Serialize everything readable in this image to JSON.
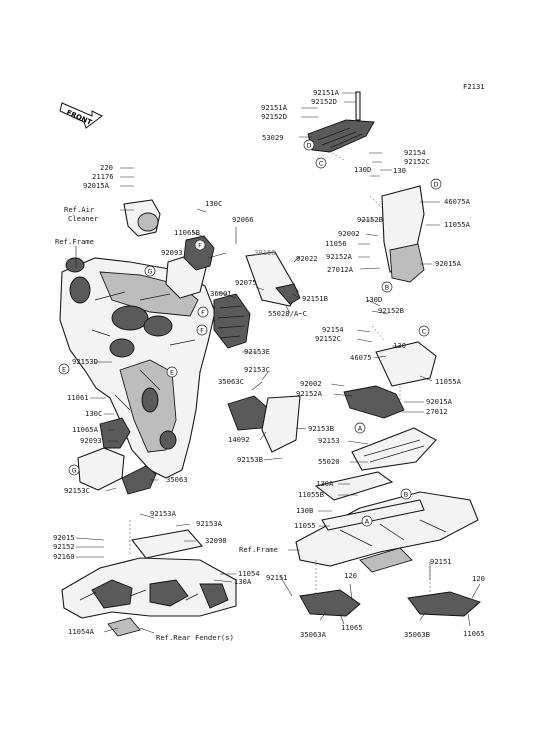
{
  "figure_code": "F2131",
  "front_label": "FRONT",
  "parts": {
    "p92151A_top": "92151A",
    "p92152D_top": "92152D",
    "p92151A_b": "92151A",
    "p92152D_b": "92152D",
    "p53029": "53029",
    "p92154_r": "92154",
    "p92152C_r": "92152C",
    "p130_r": "130",
    "p130D_r": "130D",
    "p46075A": "46075A",
    "p11055A_r": "11055A",
    "p220": "220",
    "p21176": "21176",
    "p92015A_l": "92015A",
    "ref_air_cleaner": "Ref.Air\nCleaner",
    "p130C_top": "130C",
    "p92066": "92066",
    "p11065B": "11065B",
    "ref_frame_top": "Ref.Frame",
    "p92093_top": "92093",
    "p39156": "39156",
    "p92022": "92022",
    "p92075": "92075",
    "p36001": "36001",
    "p92151B": "92151B",
    "p55028": "55028/A~C",
    "p92152B_r1": "92152B",
    "p92002_r1": "92002",
    "p11056": "11056",
    "p92152A_r1": "92152A",
    "p27012A": "27012A",
    "p92015A_r": "92015A",
    "p130D_r2": "130D",
    "p92152B_r2": "92152B",
    "p92154_m": "92154",
    "p92152C_m": "92152C",
    "p130_m": "130",
    "p46075": "46075",
    "p11055A_m": "11055A",
    "p92153E": "92153E",
    "p92153D": "92153D",
    "p11061": "11061",
    "p92153C_t": "92153C",
    "p35063C": "35063C",
    "p92002_m": "92002",
    "p92152A_m": "92152A",
    "p92015A_m": "92015A",
    "p27012": "27012",
    "p130C_l": "130C",
    "p11065A": "11065A",
    "p92093_l": "92093",
    "p14092": "14092",
    "p92153B_r": "92153B",
    "p92153_r": "92153",
    "p92153B_l": "92153B",
    "p55020": "55020",
    "p35063": "35063",
    "p92153C_b": "92153C",
    "p130A_r": "130A",
    "p11055B": "11055B",
    "p130B": "130B",
    "p11055": "11055",
    "ref_frame_bottom": "Ref.Frame",
    "p92153A_1": "92153A",
    "p92153A_2": "92153A",
    "p32098": "32098",
    "p92015": "92015",
    "p92152": "92152",
    "p92160": "92160",
    "p11054": "11054",
    "p130A_b": "130A",
    "p92151_l": "92151",
    "p120_m": "120",
    "p92151_r": "92151",
    "p120_r": "120",
    "p11054A": "11054A",
    "ref_rear_fender": "Ref.Rear Fender(s)",
    "p35063A": "35063A",
    "p11065_m": "11065",
    "p35063B": "35063B",
    "p11065_r": "11065"
  },
  "callouts": {
    "D1": "D",
    "D2": "D",
    "C1": "C",
    "C2": "C",
    "G1": "G",
    "G2": "G",
    "F1": "F",
    "F2": "F",
    "F3": "F",
    "E1": "E",
    "E2": "E",
    "B1": "B",
    "B2": "B",
    "A1": "A",
    "A2": "A"
  },
  "colors": {
    "ink": "#1a1a1a",
    "background": "#ffffff",
    "grey_label": "#777777"
  }
}
